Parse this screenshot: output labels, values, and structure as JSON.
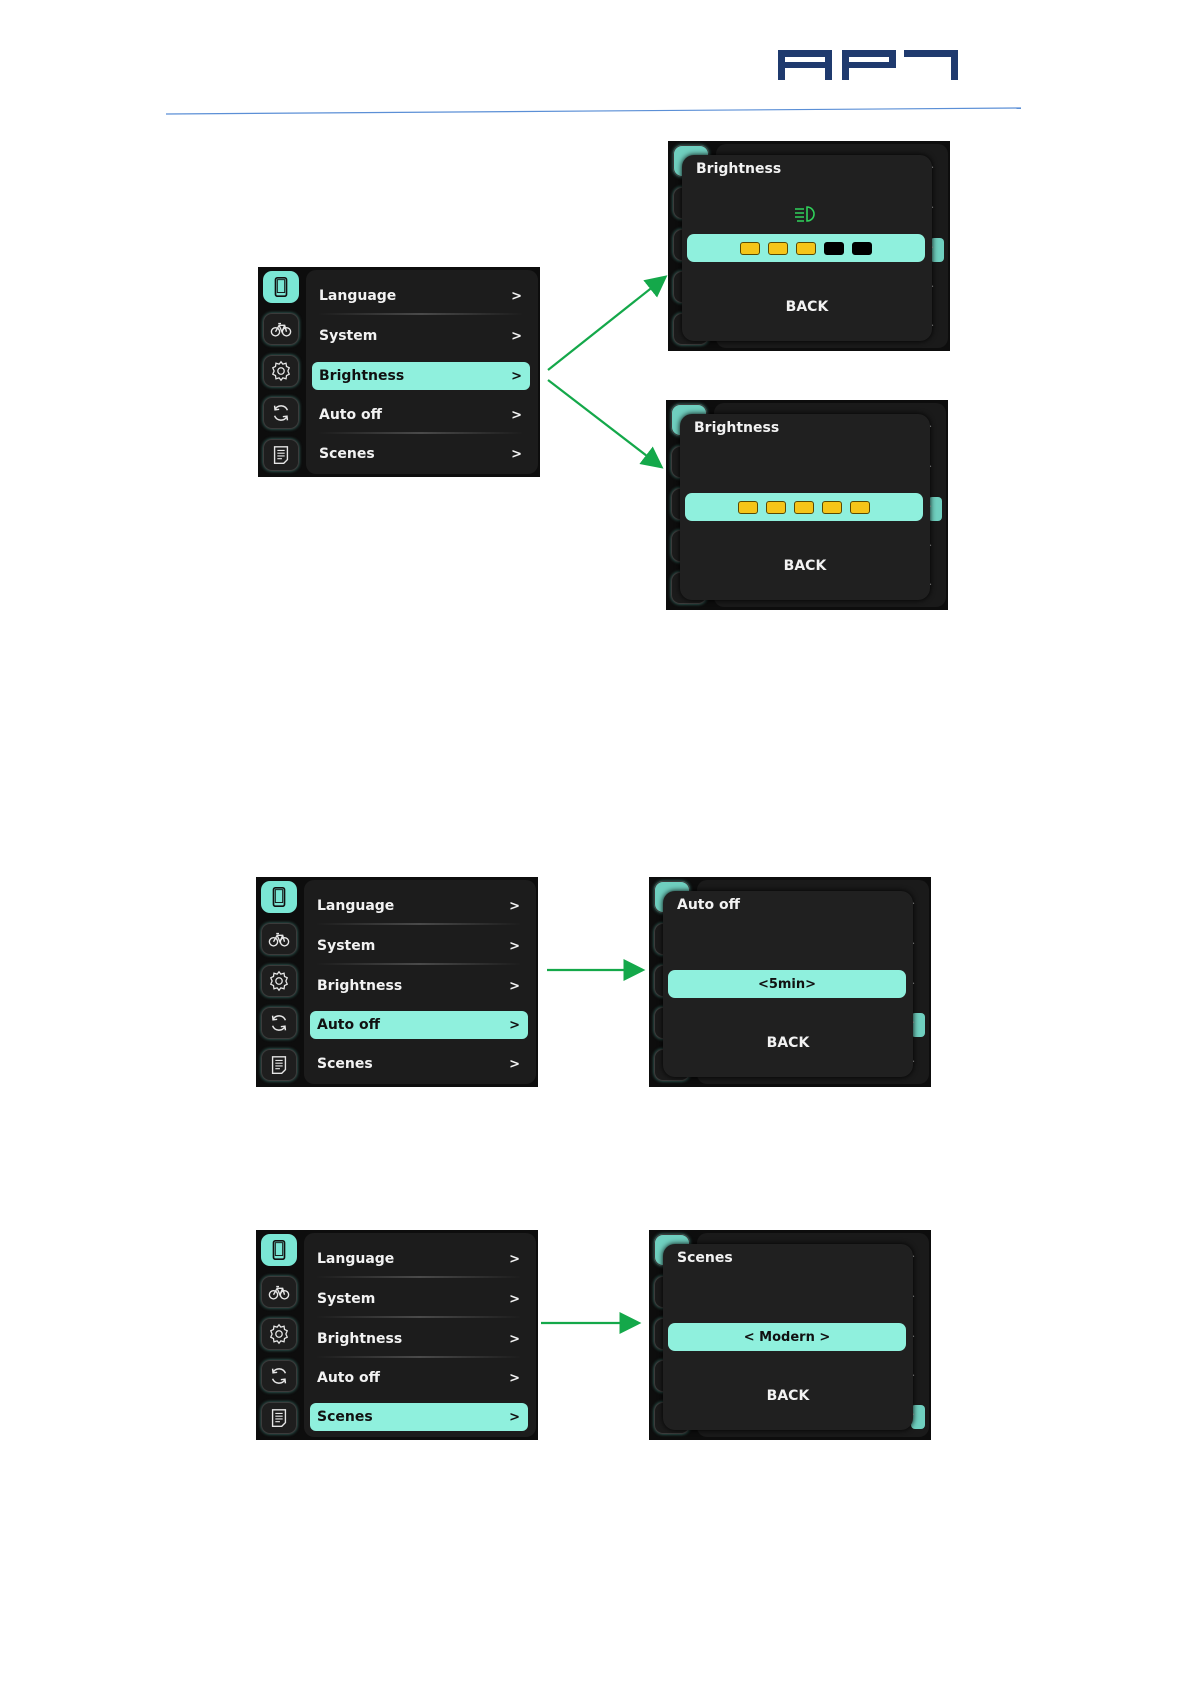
{
  "colors": {
    "accent": "#8ff0dd",
    "arrow": "#14a84a",
    "segment_on": "#f5c518",
    "segment_off": "#000000",
    "lamp_icon": "#2fd15a",
    "logo": "#1f3a6e"
  },
  "logo": {
    "text": "AP7"
  },
  "menu": {
    "items": [
      {
        "label": "Language",
        "chevron": ">"
      },
      {
        "label": "System",
        "chevron": ">"
      },
      {
        "label": "Brightness",
        "chevron": ">"
      },
      {
        "label": "Auto off",
        "chevron": ">"
      },
      {
        "label": "Scenes",
        "chevron": ">"
      }
    ],
    "sidebar_icons": [
      "display-icon",
      "bicycle-icon",
      "gear-icon",
      "refresh-icon",
      "document-icon"
    ]
  },
  "screens": {
    "brightness": {
      "selected_index": 2
    },
    "auto_off": {
      "selected_index": 3
    },
    "scenes": {
      "selected_index": 4
    }
  },
  "popups": {
    "brightness_a": {
      "title": "Brightness",
      "level": 3,
      "max": 5,
      "icon": "headlight-icon",
      "back": "BACK"
    },
    "brightness_b": {
      "title": "Brightness",
      "level": 5,
      "max": 5,
      "back": "BACK"
    },
    "auto_off": {
      "title": "Auto off",
      "value": "<5min>",
      "back": "BACK"
    },
    "scenes": {
      "title": "Scenes",
      "value": "< Modern >",
      "back": "BACK"
    }
  }
}
